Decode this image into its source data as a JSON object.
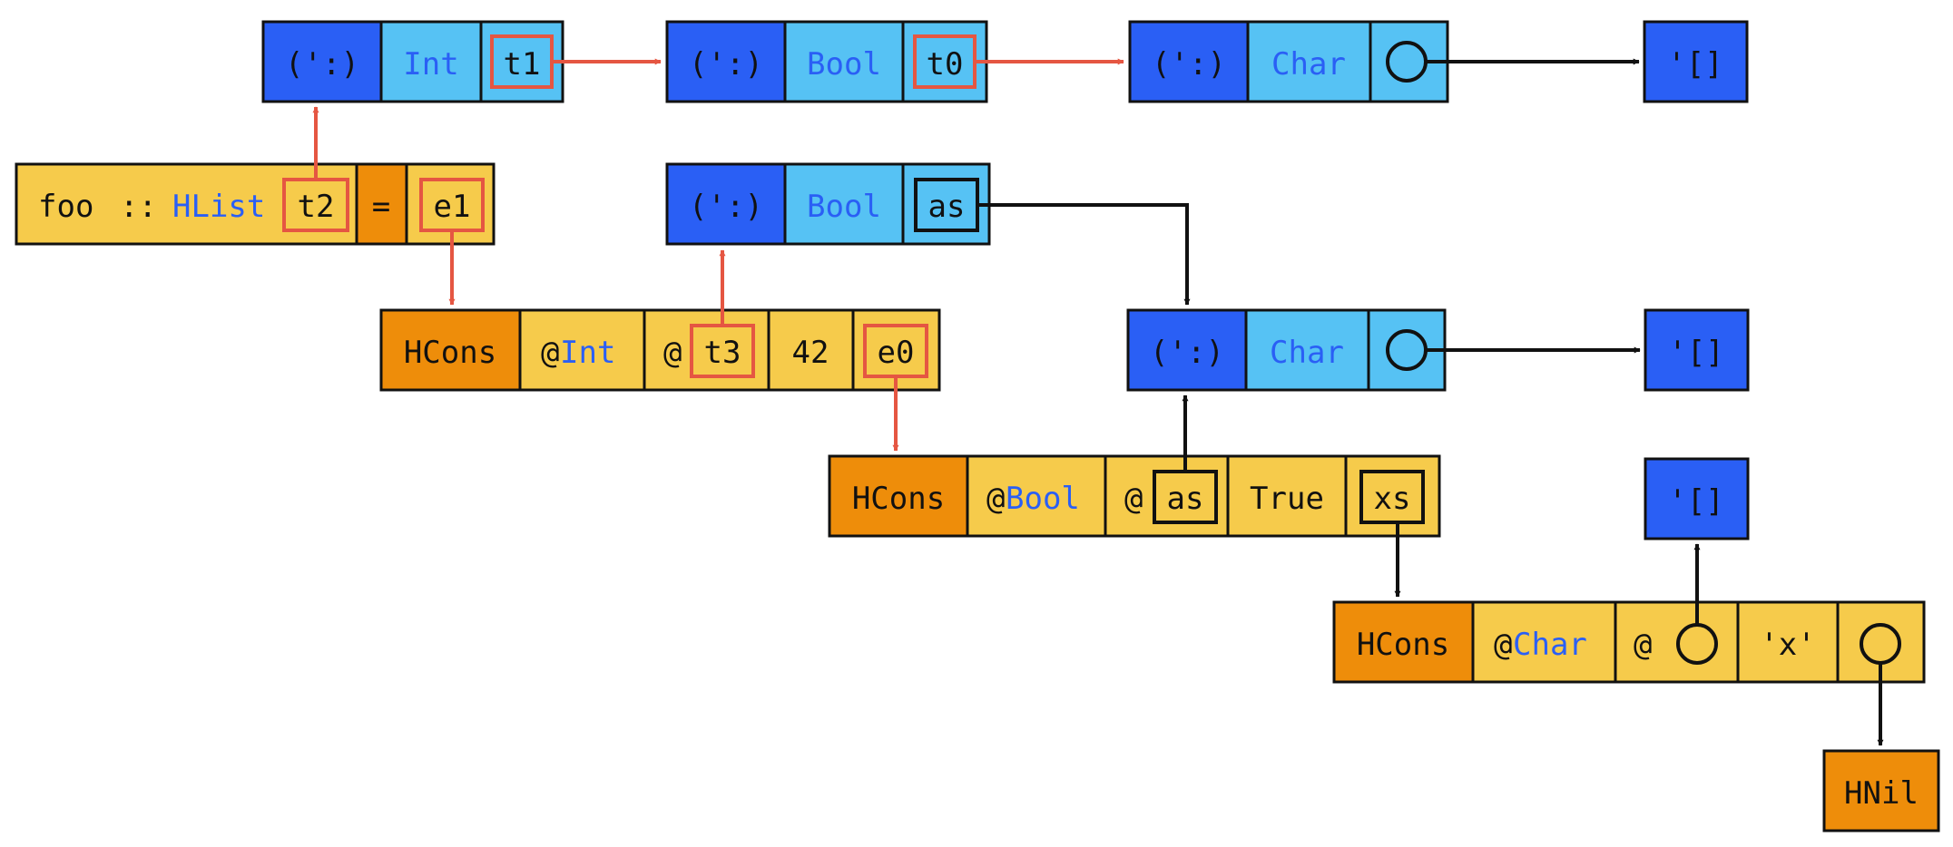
{
  "colors": {
    "cons_dark": "#2a5ff5",
    "cons_light": "#56c2f4",
    "term_yellow": "#f6cb4b",
    "term_orange": "#ee8d0a",
    "reference_red": "#e55642",
    "text_dark": "#111111",
    "text_blue": "#2a5ff5"
  },
  "type_list_1": {
    "cons": "(':)",
    "elem": "Int",
    "tail": "t1"
  },
  "type_list_2": {
    "cons": "(':)",
    "elem": "Bool",
    "tail": "t0"
  },
  "type_list_3": {
    "cons": "(':)",
    "elem": "Char",
    "tail_icon": "circle-placeholder"
  },
  "type_nil_1": {
    "label": "'[]"
  },
  "signature": {
    "name": "foo",
    "colons": "::",
    "type": "HList",
    "var": "t2",
    "equals": "=",
    "body": "e1"
  },
  "type_list_4": {
    "cons": "(':)",
    "elem": "Bool",
    "tail": "as"
  },
  "term_1": {
    "ctor": "HCons",
    "at": "@",
    "type_arg": "Int",
    "var_at": "@",
    "var": "t3",
    "value": "42",
    "rest": "e0"
  },
  "type_list_5": {
    "cons": "(':)",
    "elem": "Char",
    "tail_icon": "circle-placeholder"
  },
  "type_nil_2": {
    "label": "'[]"
  },
  "term_2": {
    "ctor": "HCons",
    "at": "@",
    "type_arg": "Bool",
    "var_at": "@",
    "var": "as",
    "value": "True",
    "rest": "xs"
  },
  "type_nil_3": {
    "label": "'[]"
  },
  "term_3": {
    "ctor": "HCons",
    "at": "@",
    "type_arg": "Char",
    "var_at": "@",
    "value": "'x'",
    "var_icon": "circle-placeholder",
    "rest_icon": "circle-placeholder"
  },
  "term_nil": {
    "label": "HNil"
  }
}
